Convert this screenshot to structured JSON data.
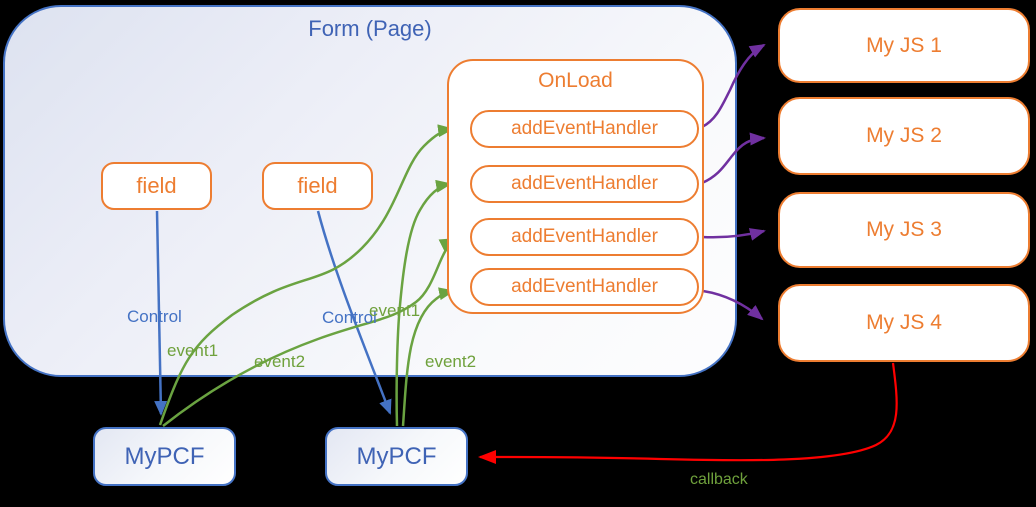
{
  "form": {
    "title": "Form (Page)"
  },
  "onload": {
    "title": "OnLoad",
    "handlers": [
      {
        "label": "addEventHandler"
      },
      {
        "label": "addEventHandler"
      },
      {
        "label": "addEventHandler"
      },
      {
        "label": "addEventHandler"
      }
    ]
  },
  "fields": [
    {
      "label": "field"
    },
    {
      "label": "field"
    }
  ],
  "myjs": [
    {
      "label": "My JS 1"
    },
    {
      "label": "My JS 2"
    },
    {
      "label": "My JS 3"
    },
    {
      "label": "My JS 4"
    }
  ],
  "mypcf": [
    {
      "label": "MyPCF"
    },
    {
      "label": "MyPCF"
    }
  ],
  "edge_labels": {
    "control_left": "Control",
    "control_right": "Control",
    "event1_left": "event1",
    "event2_left": "event2",
    "event1_right": "event1",
    "event2_right": "event2",
    "callback": "callback"
  },
  "colors": {
    "orange": "#ED7D31",
    "blue": "#4472C4",
    "green": "#70AD47",
    "purple": "#7030A0",
    "red": "#FF0000",
    "background": "#000000"
  }
}
